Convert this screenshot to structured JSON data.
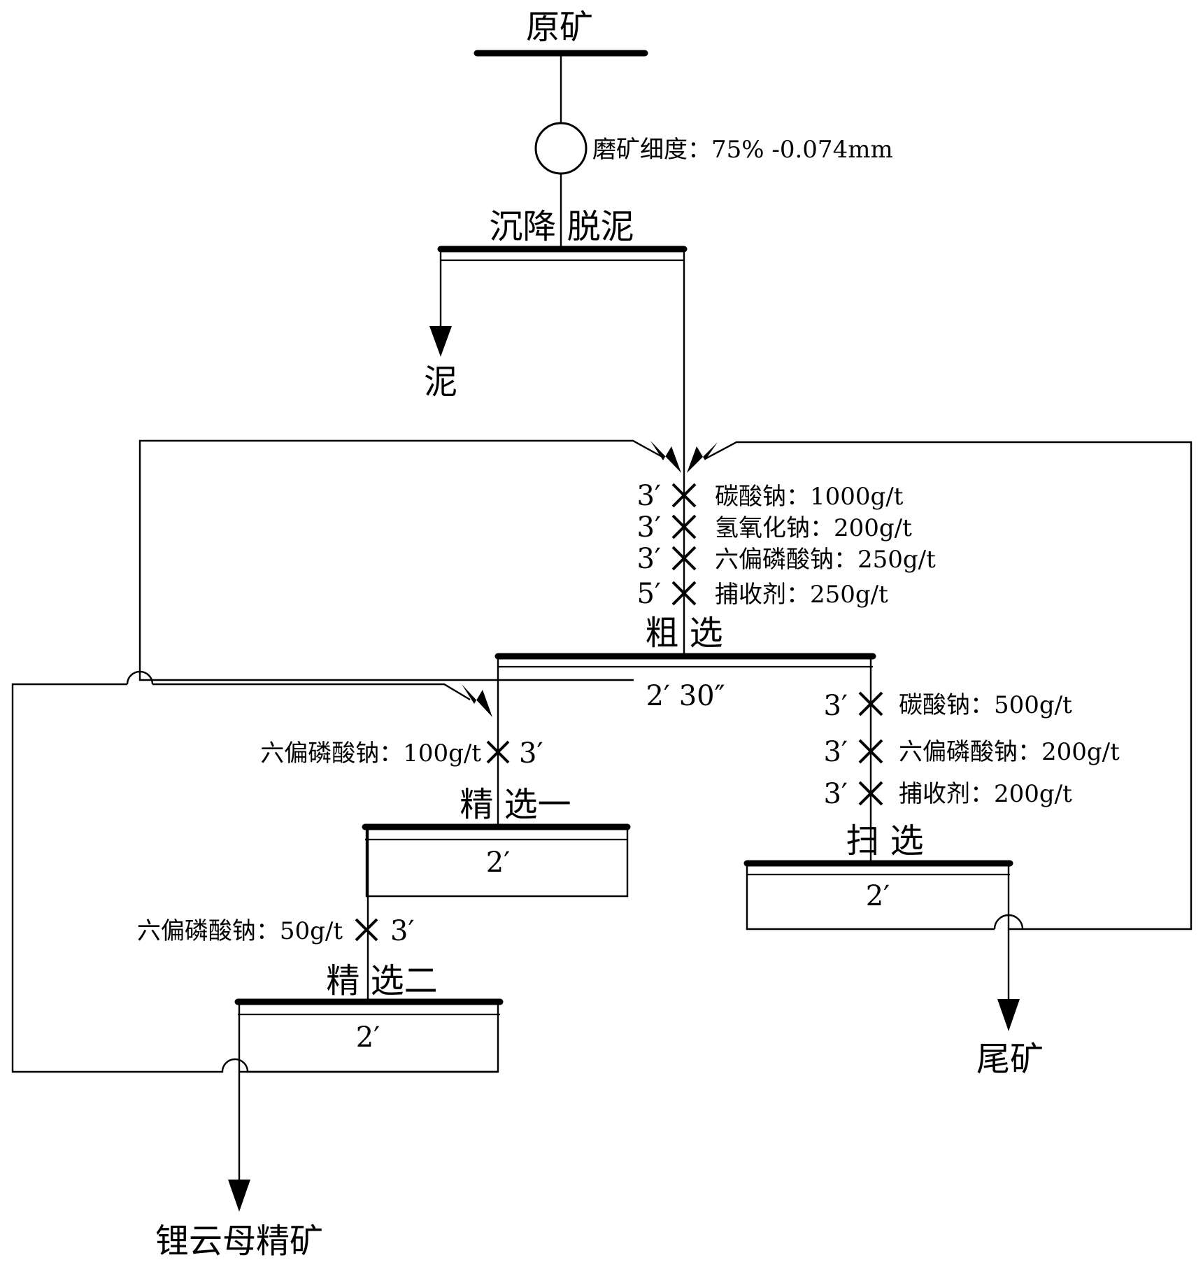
{
  "feed": {
    "label": "原矿"
  },
  "grinding": {
    "label": "磨矿细度：75% -0.074mm"
  },
  "desliming": {
    "label": "沉降 脱泥",
    "slime_label": "泥"
  },
  "rougher": {
    "label": "粗 选",
    "time": "2′ 30″",
    "reagents": [
      {
        "time": "3′",
        "text": "碳酸钠：1000g/t"
      },
      {
        "time": "3′",
        "text": "氢氧化钠：200g/t"
      },
      {
        "time": "3′",
        "text": "六偏磷酸钠：250g/t"
      },
      {
        "time": "5′",
        "text": "捕收剂：250g/t"
      }
    ]
  },
  "cleaner1": {
    "label": "精 选一",
    "time": "2′",
    "reagent": {
      "time": "3′",
      "text": "六偏磷酸钠：100g/t"
    }
  },
  "cleaner2": {
    "label": "精 选二",
    "time": "2′",
    "reagent": {
      "time": "3′",
      "text": "六偏磷酸钠：50g/t"
    }
  },
  "scavenger": {
    "label": "扫 选",
    "time": "2′",
    "reagents": [
      {
        "time": "3′",
        "text": "碳酸钠：500g/t"
      },
      {
        "time": "3′",
        "text": "六偏磷酸钠：200g/t"
      },
      {
        "time": "3′",
        "text": "捕收剂：200g/t"
      }
    ]
  },
  "products": {
    "concentrate": "锂云母精矿",
    "tailings": "尾矿"
  }
}
